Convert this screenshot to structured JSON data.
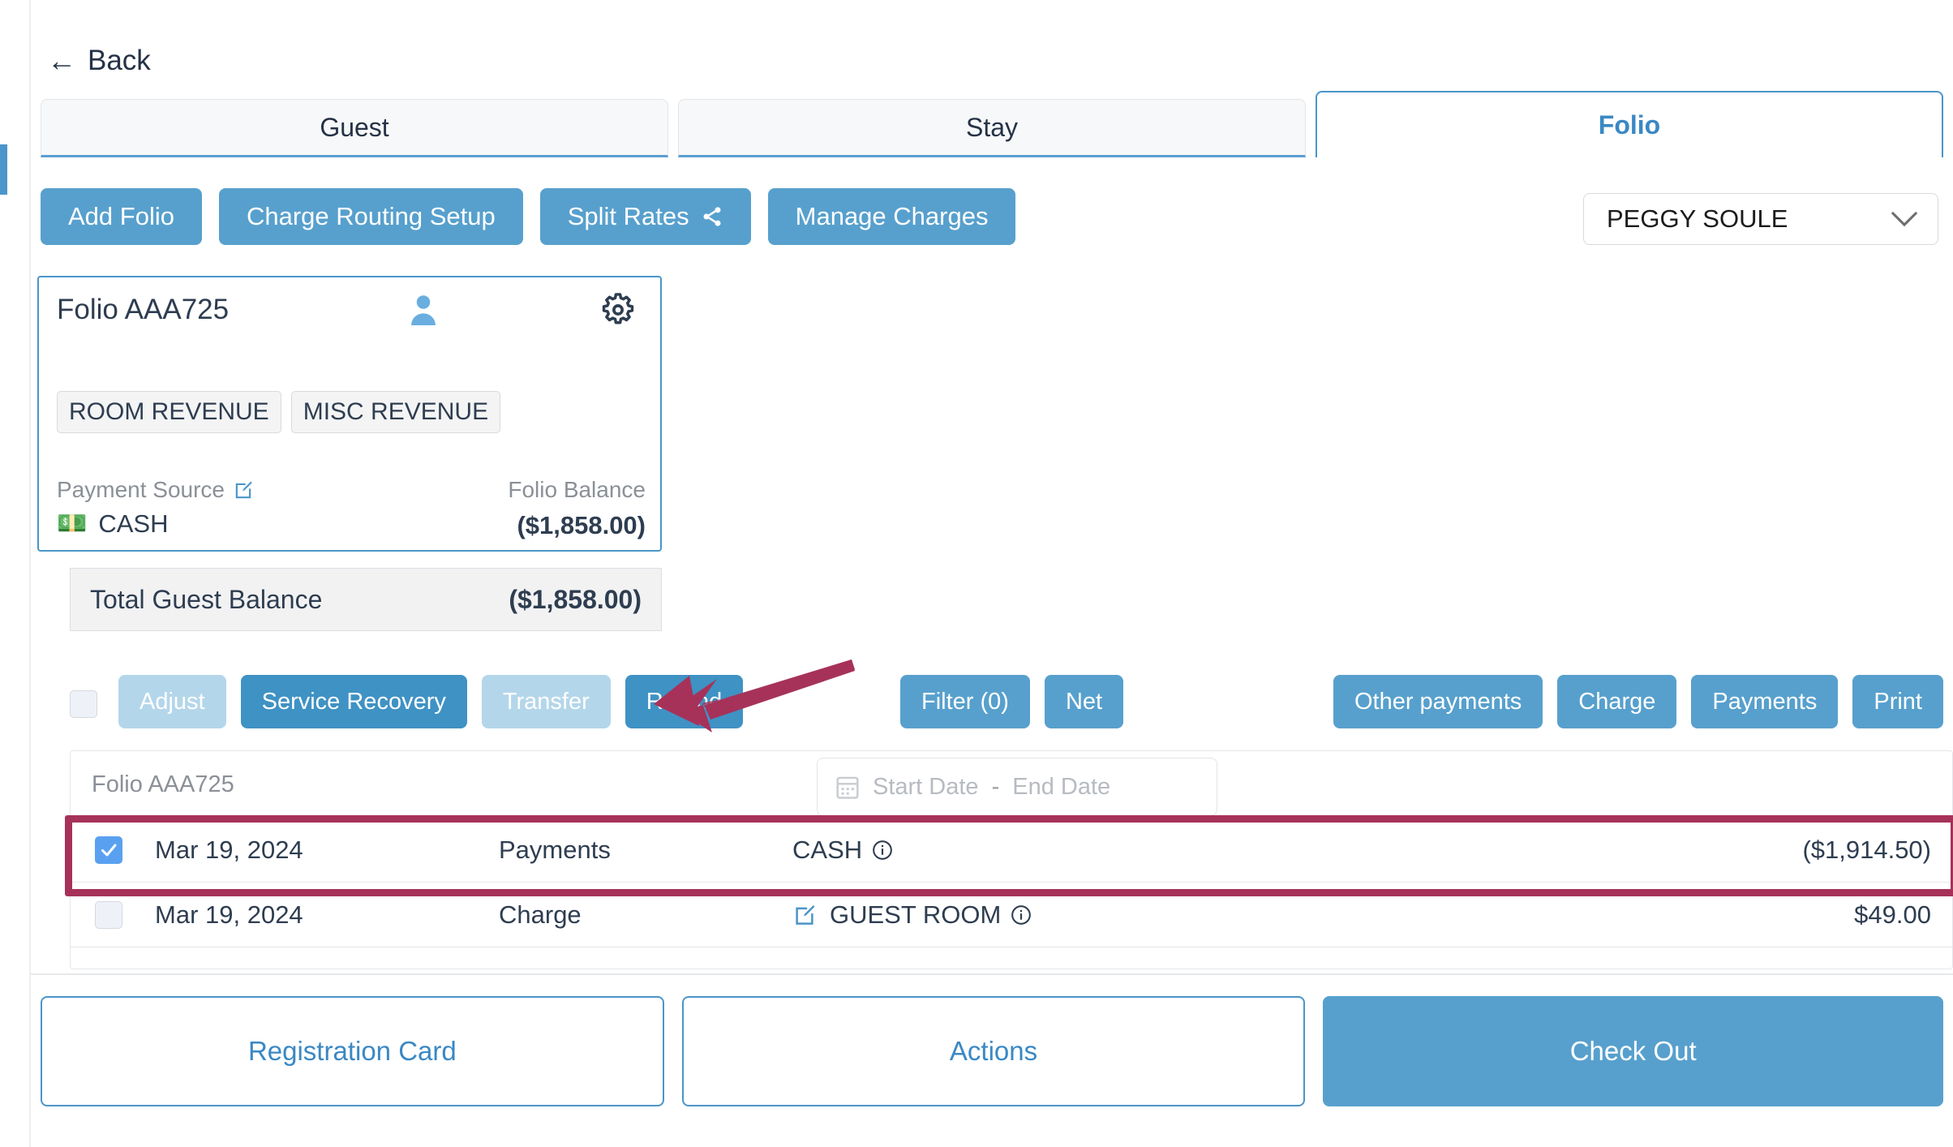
{
  "nav": {
    "back_label": "Back",
    "back_icon": "arrow-left-icon"
  },
  "tabs": [
    {
      "label": "Guest",
      "active": false
    },
    {
      "label": "Stay",
      "active": false
    },
    {
      "label": "Folio",
      "active": true
    }
  ],
  "action_bar": {
    "buttons": [
      {
        "label": "Add Folio"
      },
      {
        "label": "Charge Routing Setup"
      },
      {
        "label": "Split Rates",
        "icon": "share-icon"
      },
      {
        "label": "Manage Charges"
      }
    ]
  },
  "guest_select": {
    "value": "PEGGY SOULE",
    "icon": "chevron-down-icon"
  },
  "folio_card": {
    "title": "Folio AAA725",
    "person_icon": "person-icon",
    "gear_icon": "gear-icon",
    "chips": [
      "ROOM REVENUE",
      "MISC REVENUE"
    ],
    "payment_source_label": "Payment Source",
    "payment_source_edit_icon": "edit-icon",
    "payment_source_value": "CASH",
    "payment_source_value_icon": "cash-money-icon",
    "balance_label": "Folio Balance",
    "balance_value": "($1,858.00)"
  },
  "total_bar": {
    "label": "Total Guest Balance",
    "value": "($1,858.00)"
  },
  "toolbar": {
    "select_all_checkbox": "",
    "left_buttons": [
      {
        "label": "Adjust",
        "style": "muted"
      },
      {
        "label": "Service Recovery",
        "style": "strong"
      },
      {
        "label": "Transfer",
        "style": "muted"
      },
      {
        "label": "Refund",
        "style": "strong"
      }
    ],
    "mid_buttons": [
      {
        "label": "Filter (0)"
      },
      {
        "label": "Net"
      }
    ],
    "right_buttons": [
      {
        "label": "Other payments"
      },
      {
        "label": "Charge"
      },
      {
        "label": "Payments"
      },
      {
        "label": "Print"
      }
    ]
  },
  "table": {
    "folio_label": "Folio AAA725",
    "date_range": {
      "calendar_icon": "calendar-icon",
      "start_placeholder": "Start Date",
      "separator": "-",
      "end_placeholder": "End Date"
    },
    "rows": [
      {
        "checked": true,
        "date": "Mar 19, 2024",
        "type": "Payments",
        "description": "CASH",
        "desc_info_icon": "info-icon",
        "has_edit_icon": false,
        "amount": "($1,914.50)",
        "highlighted": true
      },
      {
        "checked": false,
        "date": "Mar 19, 2024",
        "type": "Charge",
        "description": "GUEST ROOM",
        "desc_info_icon": "info-icon",
        "has_edit_icon": true,
        "edit_icon": "edit-icon",
        "amount": "$49.00",
        "highlighted": false
      }
    ]
  },
  "footer": {
    "buttons": [
      {
        "label": "Registration Card",
        "style": "outline"
      },
      {
        "label": "Actions",
        "style": "outline"
      },
      {
        "label": "Check Out",
        "style": "filled"
      }
    ]
  },
  "annotation": {
    "arrow_icon": "annotation-arrow-icon",
    "arrow_color": "#a6325a",
    "highlight_color": "#a6325a"
  },
  "colors": {
    "primary_blue": "#57a0cd",
    "tab_active_blue": "#3a88c4",
    "muted_blue": "#b4d6ea",
    "checkbox_blue": "#59a1f0",
    "annotation_crimson": "#a6325a"
  }
}
